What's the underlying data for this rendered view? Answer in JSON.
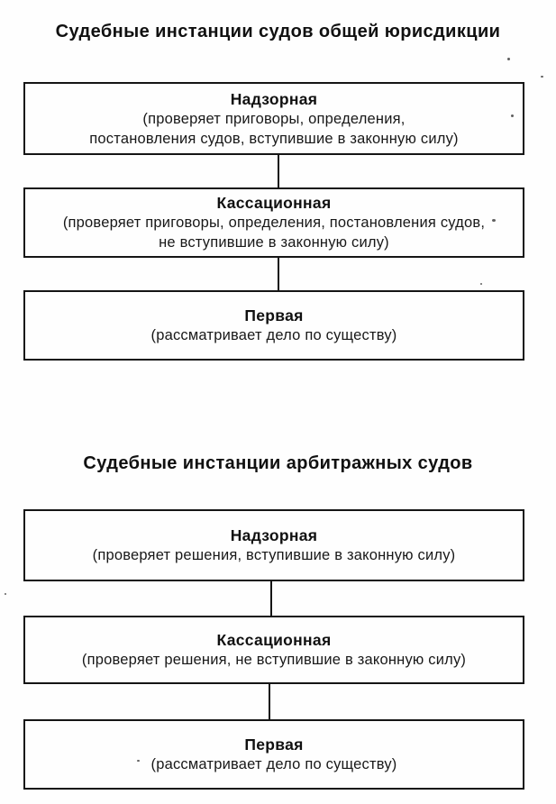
{
  "page": {
    "background": "#fefefe",
    "ink": "#151515"
  },
  "sections": [
    {
      "title": "Судебные инстанции судов общей юрисдикции",
      "boxes": [
        {
          "name": "Надзорная",
          "description": "(проверяет приговоры, определения,\nпостановления судов, вступившие в законную силу)"
        },
        {
          "name": "Кассационная",
          "description": "(проверяет приговоры, определения, постановления судов,\nне вступившие в законную силу)"
        },
        {
          "name": "Первая",
          "description": "(рассматривает дело по существу)"
        }
      ]
    },
    {
      "title": "Судебные инстанции арбитражных судов",
      "boxes": [
        {
          "name": "Надзорная",
          "description": "(проверяет решения, вступившие в законную силу)"
        },
        {
          "name": "Кассационная",
          "description": "(проверяет решения, не вступившие в законную силу)"
        },
        {
          "name": "Первая",
          "description": "(рассматривает дело по существу)"
        }
      ]
    }
  ]
}
